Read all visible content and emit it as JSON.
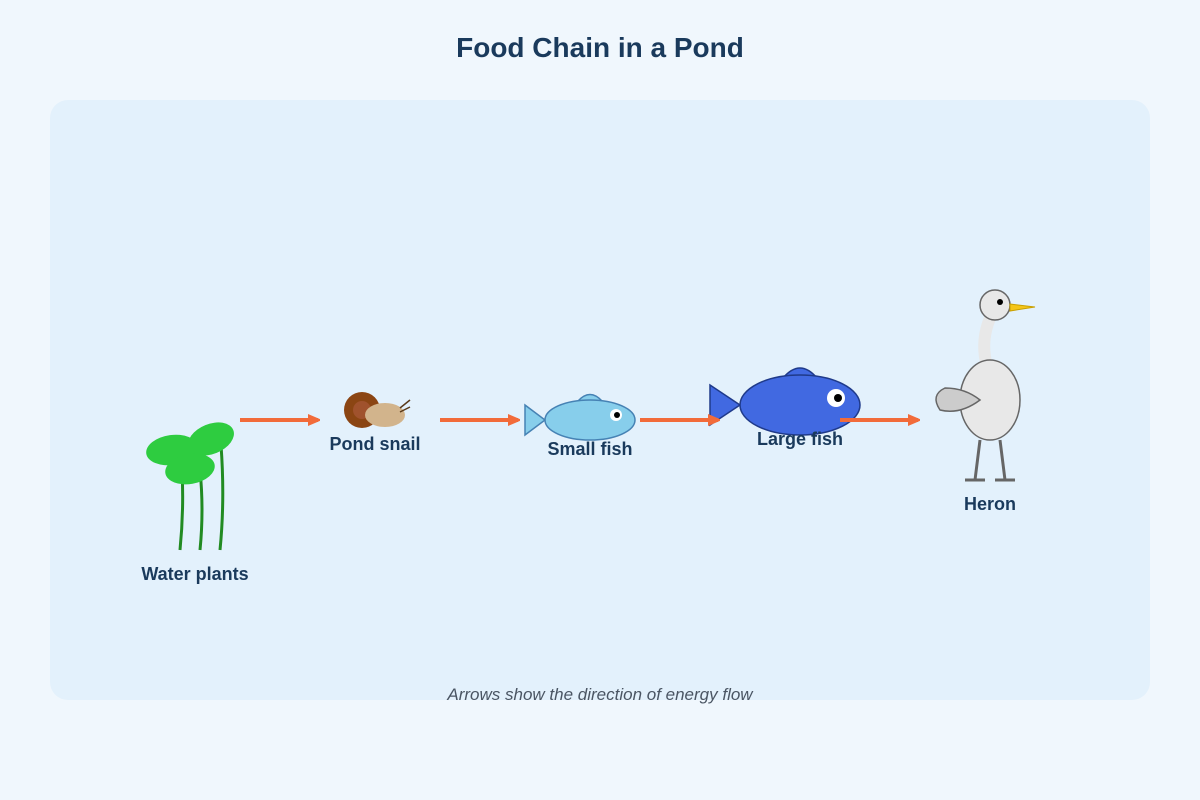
{
  "title": "Food Chain in a Pond",
  "caption": "Arrows show the direction of energy flow",
  "organisms": [
    {
      "label": "Water plants",
      "icon": "water-plant-icon"
    },
    {
      "label": "Pond snail",
      "icon": "snail-icon"
    },
    {
      "label": "Small fish",
      "icon": "small-fish-icon"
    },
    {
      "label": "Large fish",
      "icon": "large-fish-icon"
    },
    {
      "label": "Heron",
      "icon": "heron-icon"
    }
  ],
  "colors": {
    "background": "#f0f7fd",
    "panel": "#e3f1fc",
    "arrow": "#f26b3a",
    "plant_leaf": "#2ecc40",
    "plant_stem": "#228b22",
    "snail_shell": "#8b4513",
    "snail_body": "#d2b48c",
    "small_fish": "#87ceeb",
    "large_fish": "#4169e1",
    "heron_body": "#e8e8e8",
    "heron_beak": "#f5c518",
    "text": "#1a3a5c"
  }
}
